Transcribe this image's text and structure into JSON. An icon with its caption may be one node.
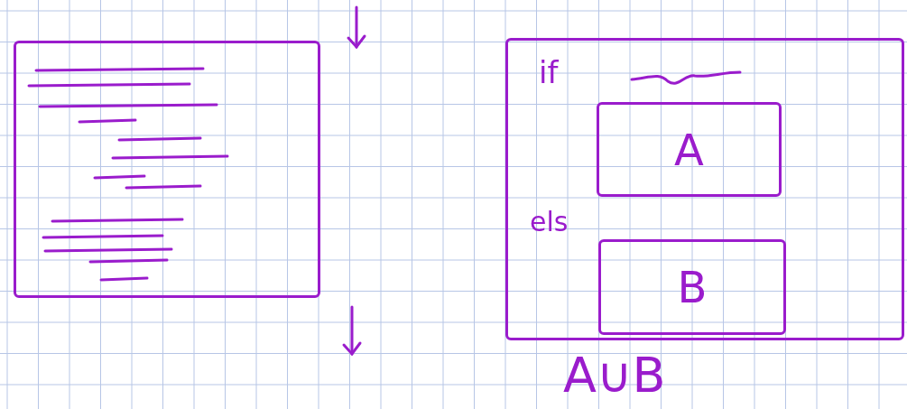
{
  "diagram": {
    "nodes": [
      {
        "text": [],
        "shape": "box"
      },
      {
        "text": [
          "if",
          "els"
        ],
        "beside": [
          "A∪B"
        ]
      },
      {
        "text": [
          "A"
        ],
        "in": 1
      },
      {
        "text": [
          "B"
        ],
        "in": 1
      }
    ],
    "edges": []
  }
}
